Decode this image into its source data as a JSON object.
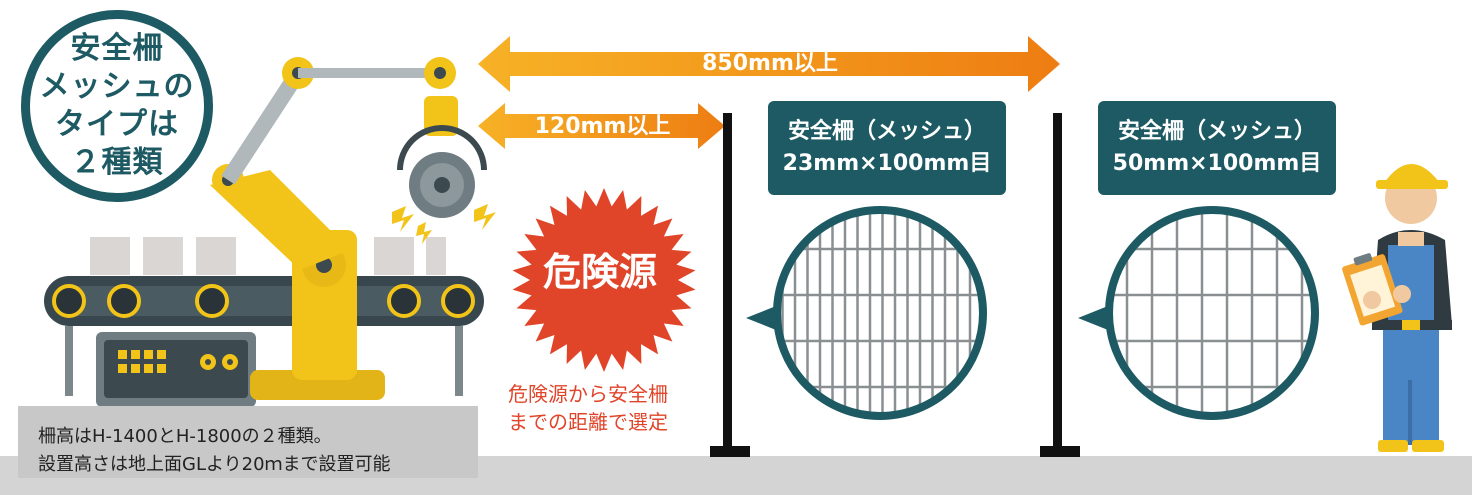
{
  "badge": {
    "text": "安全柵\nメッシュの\nタイプは\n２種類"
  },
  "dimensions": [
    {
      "id": "long",
      "label": "850mm以上"
    },
    {
      "id": "short",
      "label": "120mm以上"
    }
  ],
  "hazard": {
    "label": "危険源",
    "note": "危険源から安全柵\nまでの距離で選定"
  },
  "mesh_types": [
    {
      "label": "安全柵（メッシュ）\n23mm×100mm目"
    },
    {
      "label": "安全柵（メッシュ）\n50mm×100mm目"
    }
  ],
  "info": {
    "text": "柵高はH-1400とH-1800の２種類。\n設置高さは地上面GLより20ｍまで設置可能"
  },
  "colors": {
    "teal": "#1d5a63",
    "orange": "#f08a1c",
    "red": "#e0452a",
    "yellow": "#f2c318",
    "gray": "#b9bec0"
  }
}
